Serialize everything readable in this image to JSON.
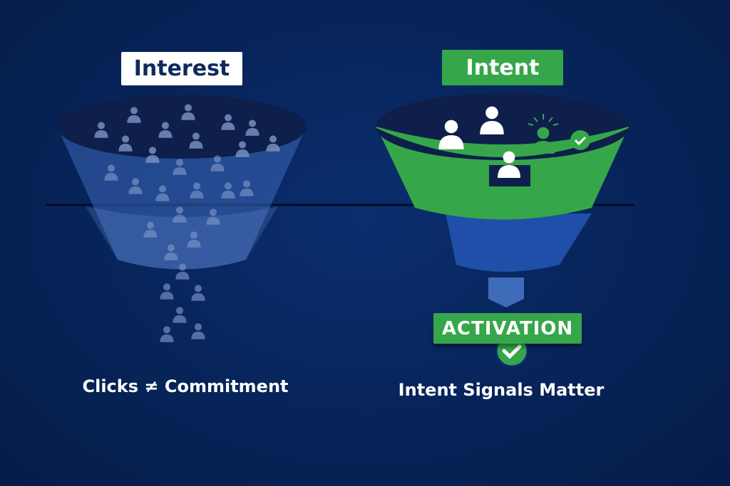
{
  "left_panel": {
    "label": "Interest",
    "caption": "Clicks ≠ Commitment"
  },
  "right_panel": {
    "label": "Intent",
    "result_label": "ACTIVATION",
    "caption": "Intent Signals Matter"
  },
  "icons": [
    "person-icon",
    "check-circle-icon",
    "arrow-down-icon",
    "funnel-icon"
  ],
  "colors": {
    "background": "#072459",
    "green": "#36a64a",
    "funnel_blue": "#2f5aa8",
    "white": "#ffffff"
  }
}
